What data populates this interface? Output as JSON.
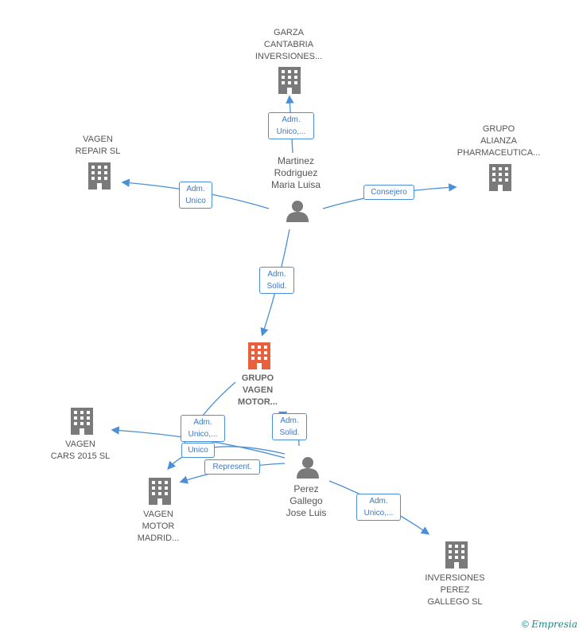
{
  "nodes": {
    "garza": {
      "label": "GARZA\nCANTABRIA\nINVERSIONES...",
      "icon": "building-icon"
    },
    "vagen_repair": {
      "label": "VAGEN\nREPAIR  SL",
      "icon": "building-icon"
    },
    "grupo_alianza": {
      "label": "GRUPO\nALIANZA\nPHARMACEUTICA...",
      "icon": "building-icon"
    },
    "martinez": {
      "label": "Martinez\nRodriguez\nMaria Luisa",
      "icon": "person-icon"
    },
    "grupo_vagen": {
      "label": "GRUPO\nVAGEN\nMOTOR...",
      "icon": "building-icon",
      "color": "#e8603c"
    },
    "vagen_cars": {
      "label": "VAGEN\nCARS 2015  SL",
      "icon": "building-icon"
    },
    "vagen_motor_madrid": {
      "label": "VAGEN\nMOTOR\nMADRID...",
      "icon": "building-icon"
    },
    "perez": {
      "label": "Perez\nGallego\nJose Luis",
      "icon": "person-icon"
    },
    "inversiones_perez": {
      "label": "INVERSIONES\nPEREZ\nGALLEGO  SL",
      "icon": "building-icon"
    }
  },
  "edges": {
    "martinez_garza": "Adm.\nUnico,...",
    "martinez_repair": "Adm.\nUnico",
    "martinez_alianza": "Consejero",
    "martinez_grupo": "Adm.\nSolid.",
    "perez_cars": "Adm.\nUnico,...",
    "perez_madrid_unico": "Unico",
    "perez_madrid_represent": "Represent.",
    "perez_grupo": "Adm.\nSolid.",
    "perez_inversiones": "Adm.\nUnico,..."
  },
  "colors": {
    "building": "#7a7a7a",
    "focal_building": "#e8603c",
    "person": "#7a7a7a",
    "edge": "#4a8fd8"
  },
  "footer": {
    "copyright": "©",
    "brand": "Empresia"
  }
}
